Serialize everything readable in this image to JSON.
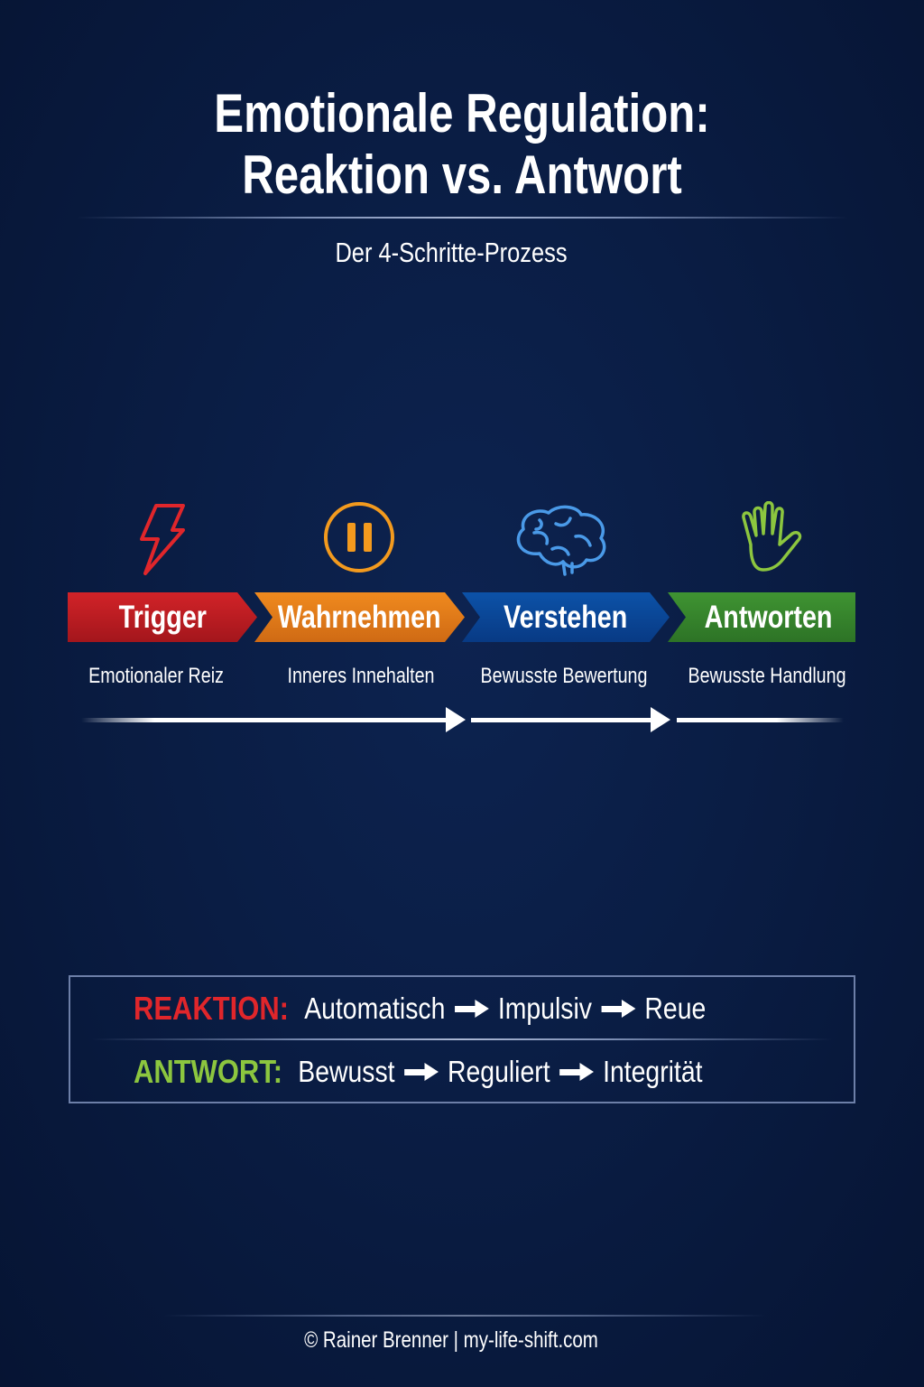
{
  "header": {
    "title_line1": "Emotionale Regulation:",
    "title_line2": "Reaktion vs. Antwort",
    "subtitle": "Der 4-Schritte-Prozess"
  },
  "steps": [
    {
      "label": "Trigger",
      "description": "Emotionaler Reiz",
      "icon": "lightning-icon",
      "color": "#c41e24"
    },
    {
      "label": "Wahrnehmen",
      "description": "Inneres Innehalten",
      "icon": "pause-icon",
      "color": "#ef8a1e"
    },
    {
      "label": "Verstehen",
      "description": "Bewusste Bewertung",
      "icon": "brain-icon",
      "color": "#0b4a9c"
    },
    {
      "label": "Antworten",
      "description": "Bewusste Handlung",
      "icon": "hand-icon",
      "color": "#3a8a2e"
    }
  ],
  "comparison": {
    "reaktion": {
      "label": "REAKTION:",
      "items": [
        "Automatisch",
        "Impulsiv",
        "Reue"
      ],
      "color": "#e0262b"
    },
    "antwort": {
      "label": "ANTWORT:",
      "items": [
        "Bewusst",
        "Reguliert",
        "Integrität"
      ],
      "color": "#8cc63f"
    }
  },
  "footer": "© Rainer Brenner | my-life-shift.com"
}
